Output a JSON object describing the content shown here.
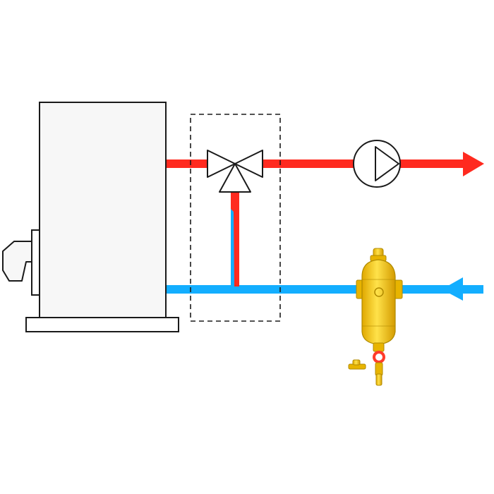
{
  "colors": {
    "background": "#ffffff",
    "supply_pipe": "#ff2a1f",
    "return_pipe": "#13aeff",
    "outline": "#1a1a1a",
    "boiler_fill": "#f7f7f7",
    "separator_body": "#ffd21a",
    "separator_shade": "#e8b400",
    "separator_edge": "#b08a00",
    "drain_valve_ring": "#ff3b2a"
  },
  "components": [
    {
      "id": "boiler",
      "icon": "boiler-icon"
    },
    {
      "id": "burner",
      "icon": "burner-icon"
    },
    {
      "id": "mixing_valve",
      "icon": "three-way-valve-icon"
    },
    {
      "id": "valve_group_boundary",
      "icon": "dashed-boundary"
    },
    {
      "id": "pump",
      "icon": "circulator-pump-icon"
    },
    {
      "id": "dirt_separator",
      "icon": "dirt-magnet-separator-icon"
    },
    {
      "id": "drain_valve",
      "icon": "drain-valve-icon"
    },
    {
      "id": "supply_outlet",
      "icon": "arrow-right-icon"
    },
    {
      "id": "return_inlet",
      "icon": "arrow-left-icon"
    }
  ],
  "flow": {
    "supply_direction": "right",
    "return_direction": "left"
  }
}
